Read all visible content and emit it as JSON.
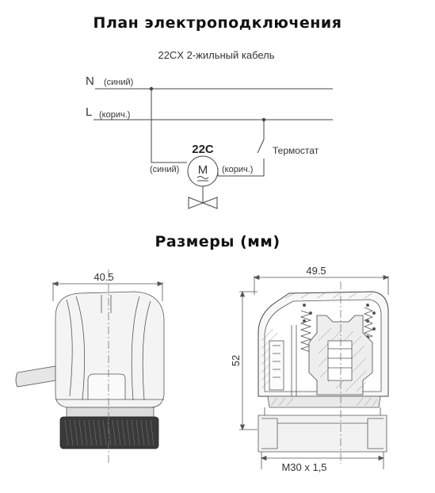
{
  "wiring": {
    "title": "План электроподключения",
    "subtitle": "22CX 2-жильный кабель",
    "n_letter": "N",
    "n_label": "(синий)",
    "l_letter": "L",
    "l_label": "(корич.)",
    "model": "22C",
    "left_wire": "(синий)",
    "right_wire": "(корич.)",
    "thermostat": "Термостат",
    "motor_symbol": "M"
  },
  "dimensions": {
    "title": "Размеры (мм)",
    "width_front": "40.5",
    "width_section": "49.5",
    "height": "52",
    "thread": "M30 x 1,5"
  }
}
